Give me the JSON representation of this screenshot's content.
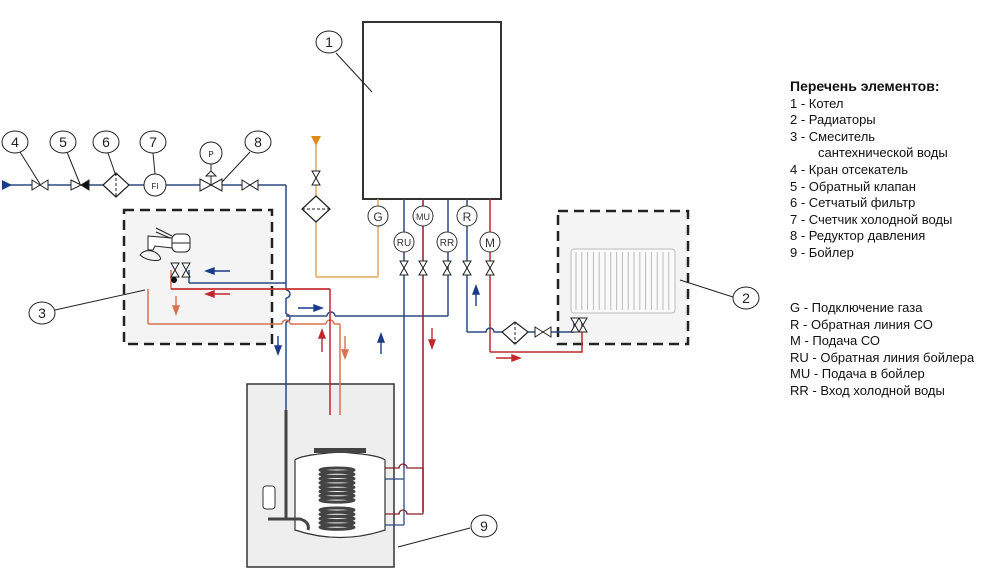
{
  "legend": {
    "title": "Перечень элементов:",
    "items": [
      "1 - Котел",
      "2 - Радиаторы",
      "3 -  Смеситель",
      "сантехнической воды",
      "4 - Кран отсекатель",
      "5 - Обратный клапан",
      "6 - Сетчатый фильтр",
      "7 - Счетчик холодной воды",
      "8 - Редуктор давления",
      "9 - Бойлер"
    ]
  },
  "connections_legend": [
    "G - Подключение газа",
    "R - Обратная линия СО",
    "M - Подача СО",
    "RU - Обратная линия бойлера",
    "MU - Подача в бойлер",
    "RR - Вход холодной воды"
  ],
  "callouts": {
    "boiler_unit": "1",
    "radiators": "2",
    "mixer": "3",
    "shutoff_valve": "4",
    "check_valve": "5",
    "mesh_filter": "6",
    "water_meter": "7",
    "pressure_reducer": "8",
    "water_heater": "9"
  },
  "port_labels": {
    "gas": "G",
    "boiler_supply": "MU",
    "heating_return": "R",
    "boiler_return": "RU",
    "cold_water_in": "RR",
    "heating_supply": "M"
  },
  "instrument_labels": {
    "flow_meter": "FI",
    "pressure_gauge": "P"
  },
  "colors": {
    "cold": "#2b4a80",
    "hot": "#c0282d",
    "hot_dhw": "#d9724e",
    "gas": "#e0a95a",
    "gas_arrow": "#e08a1a",
    "box_fill": "#f2f2f2"
  }
}
